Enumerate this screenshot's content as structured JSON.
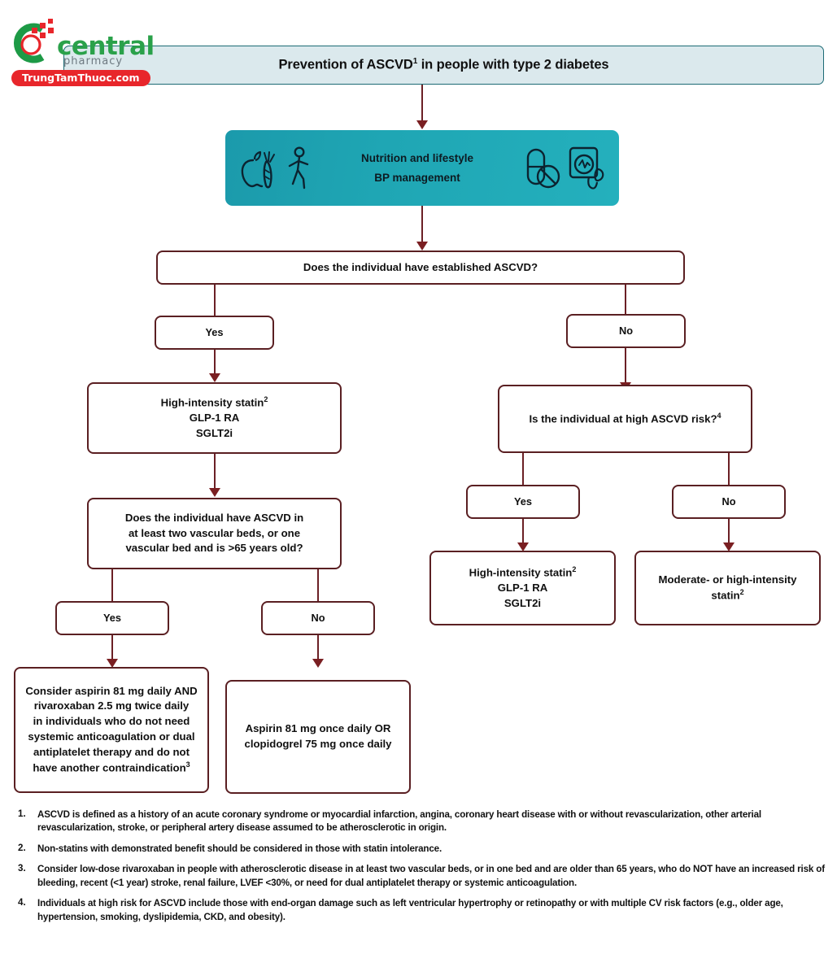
{
  "watermark": {
    "brand": "central",
    "sub": "pharmacy",
    "url": "TrungTamThuoc.com",
    "brand_color": "#2aa14a",
    "url_bg": "#e8262b"
  },
  "header": {
    "title_prefix": "Prevention of ASCVD",
    "title_sup": "1",
    "title_suffix": " in people with type 2 diabetes",
    "banner_bg": "#dbe9ed",
    "banner_border": "#1d6b75"
  },
  "lifestyle": {
    "line1": "Nutrition and lifestyle",
    "line2": "BP management",
    "bg_color": "#1fa6b4",
    "icons_left": [
      "apple-carrot-icon",
      "walking-person-icon"
    ],
    "icons_right": [
      "pills-icon",
      "bp-monitor-icon"
    ]
  },
  "flow": {
    "q1": "Does the individual have established ASCVD?",
    "q1_yes": "Yes",
    "q1_no": "No",
    "tx_left": {
      "l1": "High-intensity statin",
      "l1_sup": "2",
      "l2": "GLP-1 RA",
      "l3": "SGLT2i"
    },
    "q2_l1": "Does the individual have ASCVD in",
    "q2_l2": "at least two vascular beds, or one",
    "q2_l3": "vascular bed and is >65 years old?",
    "q2_yes": "Yes",
    "q2_no": "No",
    "tx_rivaroxaban": {
      "l1": "Consider aspirin 81 mg daily AND",
      "l2": "rivaroxaban 2.5 mg twice daily",
      "l3": "in individuals who do not need",
      "l4": "systemic anticoagulation or dual",
      "l5": "antiplatelet therapy and do not",
      "l6": "have another contraindication",
      "l6_sup": "3"
    },
    "tx_aspirin": {
      "l1": "Aspirin 81 mg once daily OR",
      "l2": "clopidogrel 75 mg once daily"
    },
    "q3": "Is the individual at high ASCVD risk?",
    "q3_sup": "4",
    "q3_yes": "Yes",
    "q3_no": "No",
    "tx_right_high": {
      "l1": "High-intensity statin",
      "l1_sup": "2",
      "l2": "GLP-1 RA",
      "l3": "SGLT2i"
    },
    "tx_right_mod": {
      "l1": "Moderate- or high-intensity",
      "l2": "statin",
      "l2_sup": "2"
    },
    "box_border_color": "#5a1f22",
    "connector_color": "#6b2025"
  },
  "footnotes": [
    {
      "num": "1.",
      "text": "ASCVD is defined as a history of an acute coronary syndrome or myocardial infarction, angina, coronary heart disease with or without revascularization, other arterial revascularization, stroke, or peripheral artery disease assumed to be atherosclerotic in origin."
    },
    {
      "num": "2.",
      "text": "Non-statins with demonstrated benefit should be considered in those with statin intolerance."
    },
    {
      "num": "3.",
      "text": "Consider low-dose rivaroxaban in people with atherosclerotic disease in at least two vascular beds, or in one bed and are older than 65 years, who do NOT have an increased risk of bleeding, recent (<1 year) stroke, renal failure, LVEF <30%, or need for dual antiplatelet therapy or systemic anticoagulation."
    },
    {
      "num": "4.",
      "text": "Individuals at high risk for ASCVD include those with end-organ damage such as left ventricular hypertrophy or retinopathy or with multiple CV risk factors (e.g., older age, hypertension, smoking, dyslipidemia, CKD, and obesity)."
    }
  ]
}
